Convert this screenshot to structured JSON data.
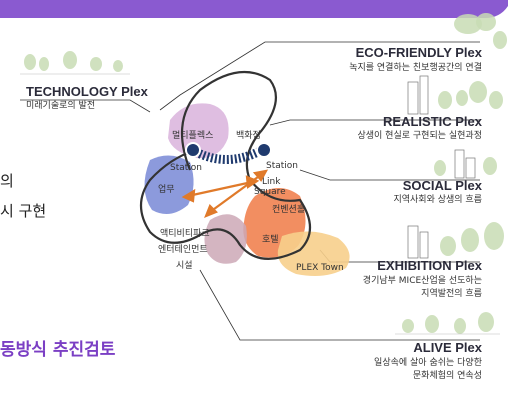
{
  "colors": {
    "top_bar": "#8a5ad0",
    "purple_accent": "#7b3fc4",
    "zone_purple": "#d9b3dc",
    "zone_blue": "#7f8fd8",
    "zone_orange": "#f07a45",
    "zone_yellow": "#f7cf8c",
    "zone_pink_gray": "#cda8b6",
    "arrow": "#e07a2a",
    "station": "#1f3a6e"
  },
  "side_text": {
    "line1": "의",
    "line2": "시 구현",
    "purple": "동방식 추진검토"
  },
  "plex": [
    {
      "key": "eco",
      "title": "ECO-FRIENDLY Plex",
      "sub": [
        "녹지를 연결하는 친보행공간의 연결"
      ]
    },
    {
      "key": "tech",
      "title": "TECHNOLOGY Plex",
      "sub": [
        "미래기술로의 발전"
      ]
    },
    {
      "key": "realistic",
      "title": "REALISTIC Plex",
      "sub": [
        "상생이 현실로 구현되는 실현과정"
      ]
    },
    {
      "key": "social",
      "title": "SOCIAL Plex",
      "sub": [
        "지역사회와 상생의 흐름"
      ]
    },
    {
      "key": "exhibition",
      "title": "EXHIBITION Plex",
      "sub": [
        "경기남부 MICE산업을 선도하는",
        "지역발전의 흐름"
      ]
    },
    {
      "key": "alive",
      "title": "ALIVE Plex",
      "sub": [
        "일상속에 살아 숨쉬는 다양한",
        "문화체험의 연속성"
      ]
    }
  ],
  "zones": {
    "multiplex": "멀티플렉스",
    "department_store": "백화점",
    "station_left": "Station",
    "station_right": "Station",
    "business": "업무",
    "link_square": [
      "Link",
      "Square"
    ],
    "convention": "컨벤션홀",
    "hotel": "호텔",
    "activity": [
      "액티비티파크",
      "엔터테인먼트",
      "시설"
    ],
    "plex_town": "PLEX Town"
  }
}
